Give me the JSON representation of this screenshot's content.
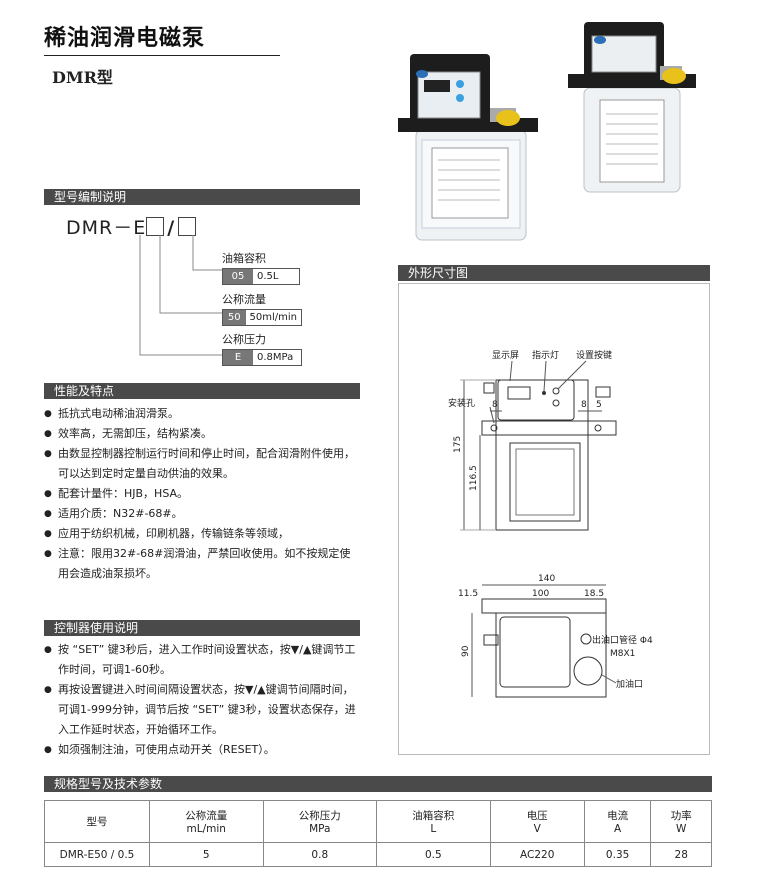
{
  "header": {
    "title": "稀油润滑电磁泵",
    "model": "DMR型"
  },
  "sections": {
    "coding": "型号编制说明",
    "features": "性能及特点",
    "controller": "控制器使用说明",
    "dimensions": "外形尺寸图",
    "specs": "规格型号及技术参数"
  },
  "model_code": {
    "prefix": "DMR－E",
    "slash": "/"
  },
  "code_items": [
    {
      "label": "油箱容积",
      "code": "05",
      "value": "0.5L"
    },
    {
      "label": "公称流量",
      "code": "50",
      "value": "50ml/min"
    },
    {
      "label": "公称压力",
      "code": "E",
      "value": "0.8MPa"
    }
  ],
  "features": [
    "抵抗式电动稀油润滑泵。",
    "效率高，无需卸压，结构紧凑。",
    "由数显控制器控制运行时间和停止时间，配合润滑附件使用，可以达到定时定量自动供油的效果。",
    "配套计量件：HJB，HSA。",
    "适用介质：N32#-68#。",
    "应用于纺织机械，印刷机器，传输链条等领域，",
    "注意：限用32#-68#润滑油，严禁回收使用。如不按规定使用会造成油泵损坏。"
  ],
  "controller_notes": [
    "按 “SET” 键3秒后，进入工作时间设置状态，按▼/▲键调节工作时间，可调1-60秒。",
    "再按设置键进入时间间隔设置状态，按▼/▲键调节间隔时间，可调1-999分钟，调节后按 “SET” 键3秒，设置状态保存，进入工作延时状态，开始循环工作。",
    "如须强制注油，可使用点动开关（RESET）。"
  ],
  "drawing": {
    "display": "显示屏",
    "indicator": "指示灯",
    "set_key": "设置按键",
    "mount_hole": "安装孔",
    "outlet": "出油口管径 Φ4",
    "thread": "M8X1",
    "inlet": "加油口",
    "dims": {
      "d8a": "8",
      "d8b": "8",
      "d5": "5",
      "h175": "175",
      "h1165": "116.5",
      "w140": "140",
      "w115": "11.5",
      "w100": "100",
      "w185": "18.5",
      "h90": "90"
    }
  },
  "spec_table": {
    "headers": [
      {
        "name": "型号",
        "unit": ""
      },
      {
        "name": "公称流量",
        "unit": "mL/min"
      },
      {
        "name": "公称压力",
        "unit": "MPa"
      },
      {
        "name": "油箱容积",
        "unit": "L"
      },
      {
        "name": "电压",
        "unit": "V"
      },
      {
        "name": "电流",
        "unit": "A"
      },
      {
        "name": "功率",
        "unit": "W"
      }
    ],
    "row": [
      "DMR-E50 / 0.5",
      "5",
      "0.8",
      "0.5",
      "AC220",
      "0.35",
      "28"
    ]
  },
  "colors": {
    "section_bar": "#4a4a4a",
    "code_cell": "#777777",
    "pump_black": "#1d1d1d",
    "cap_yellow": "#e8c21a"
  }
}
